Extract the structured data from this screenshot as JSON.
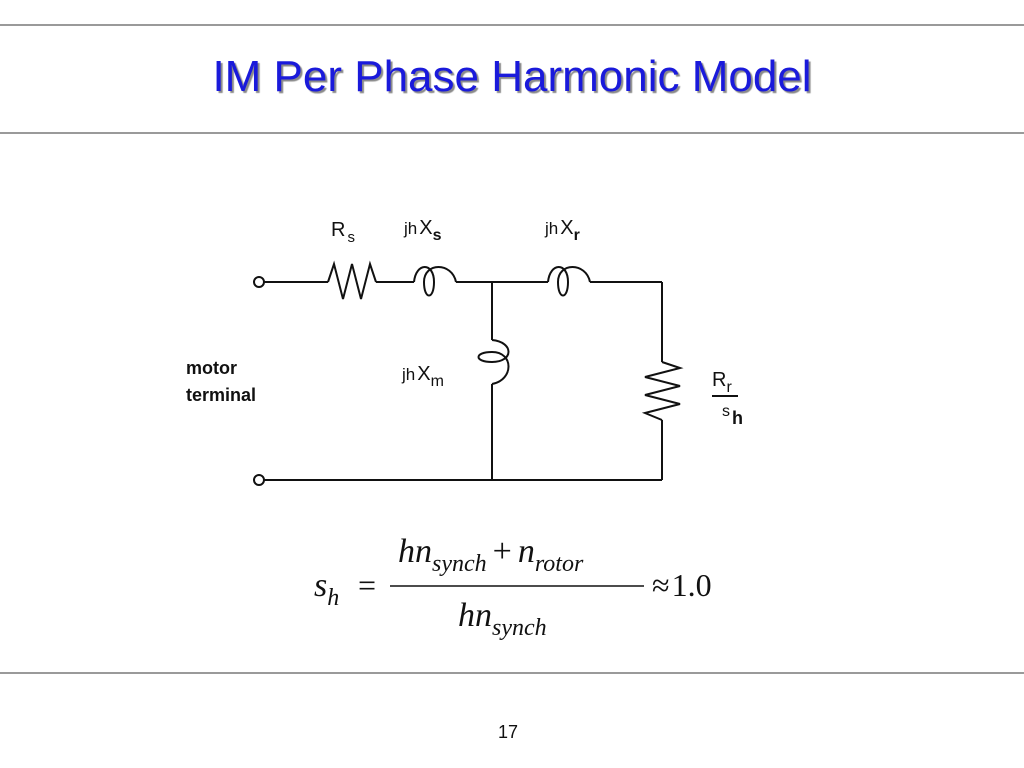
{
  "slide": {
    "title": "IM Per Phase Harmonic Model",
    "page_number": "17"
  },
  "colors": {
    "title": "#1a1adb",
    "rule": "#9a9a9a",
    "ink": "#111111"
  },
  "circuit": {
    "labels": {
      "rs_main": "R",
      "rs_sub": "s",
      "xs_prefix": "jh",
      "xs_main": "X",
      "xs_sub": "s",
      "xr_prefix": "jh",
      "xr_main": "X",
      "xr_sub": "r",
      "xm_prefix": "jh",
      "xm_main": "X",
      "xm_sub": "m",
      "rr_main": "R",
      "rr_sub": "r",
      "sh_main": "s",
      "sh_sub": "h",
      "terminal_line1": "motor",
      "terminal_line2": "terminal"
    }
  },
  "equation": {
    "lhs": "s",
    "lhs_sub": "h",
    "equals": "=",
    "num_hn": "hn",
    "num_sub1": "synch",
    "plus": "+",
    "num_n": "n",
    "num_sub2": "rotor",
    "den_hn": "hn",
    "den_sub": "synch",
    "approx": "≈",
    "value": "1.0"
  }
}
